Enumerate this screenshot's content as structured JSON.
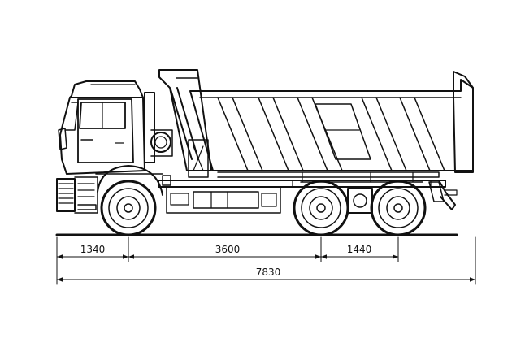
{
  "dimensions": {
    "front_overhang": "1340",
    "wheelbase_front_to_tandem": "3600",
    "tandem_spacing": "1440",
    "overall_length": "7830"
  }
}
